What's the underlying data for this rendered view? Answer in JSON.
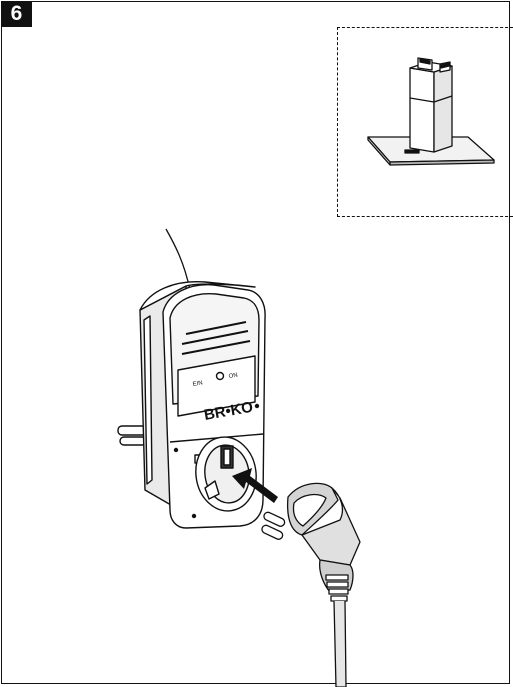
{
  "step": {
    "number": "6"
  },
  "adapter": {
    "switch_label_left": "EIN",
    "switch_label_right": "ON",
    "brand": "BR•KO"
  }
}
